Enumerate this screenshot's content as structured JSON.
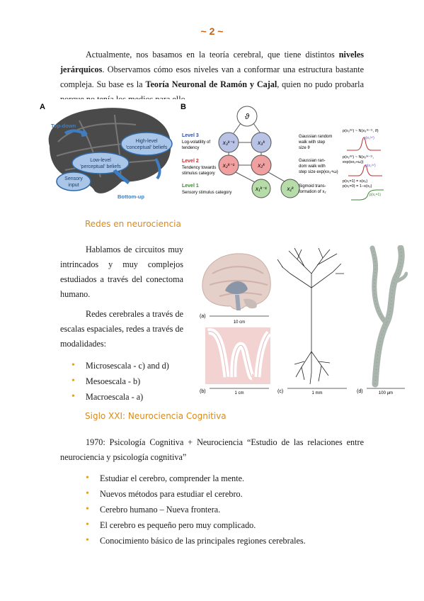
{
  "page_number": "~ 2 ~",
  "intro": {
    "t1": "Actualmente, nos basamos en la teoría cerebral, que tiene distintos ",
    "b1": "niveles jerárquicos",
    "t2": ". Observamos cómo esos niveles van a conformar una estructura bastante compleja. Su base es la ",
    "b2": "Teoría Neuronal de Ramón y Cajal",
    "t3": ", quien no pudo probarla porque no tenía los medios para ello."
  },
  "fig1": {
    "panel_a": "A",
    "panel_b": "B",
    "top_down": "Top-down",
    "bottom_up": "Bottom-up",
    "high_level_1": "High-level",
    "high_level_2": "'conceptual' beliefs",
    "low_level_1": "Low-level",
    "low_level_2": "'perceptual' beliefs",
    "sensory_1": "Sensory",
    "sensory_2": "input",
    "theta": "ϑ",
    "level3": "Level 3",
    "level3_desc1": "Log-volatility of",
    "level3_desc2": "tendency",
    "level2": "Level 2",
    "level2_desc1": "Tendency towards",
    "level2_desc2": "stimulus category",
    "level1": "Level 1",
    "level1_desc": "Sensory stimulus category",
    "gauss1_1": "Gaussian random",
    "gauss1_2": "walk with step",
    "gauss1_3": "size ϑ",
    "gauss2_1": "Gaussian ran-",
    "gauss2_2": "dom walk with",
    "gauss2_3": "step size exp(κx₃+ω)",
    "sig_1": "Sigmoid trans-",
    "sig_2": "formation of x₂",
    "nodes": {
      "x3a": "x₃ᵏ⁻¹",
      "x3b": "x₃ᵏ",
      "x2a": "x₂ᵏ⁻¹",
      "x2b": "x₂ᵏ",
      "x1a": "x₁ᵏ⁻¹",
      "x1b": "x₁ᵏ"
    },
    "eq3": "p(x₃⁽ᵏ⁾) ~ N(x₃⁽ᵏ⁻¹⁾, ϑ)",
    "eq3_small": "p(x₃⁽ᵏ⁾)",
    "eq2a": "p(x₂⁽ᵏ⁾) ~ N(x₂⁽ᵏ⁻¹⁾,",
    "eq2b": "exp(κx₃+ω))",
    "eq2_small": "p(x₂⁽ᵏ⁾)",
    "eq1a": "p(x₁=1) = s(x₂)",
    "eq1b": "p(x₁=0) = 1−s(x₂)",
    "eq1_small": "p(x₁=1)"
  },
  "sec1": {
    "title": "Redes en neurociencia",
    "p1": "Hablamos de circuitos muy intrincados y muy complejos estudiados a través del conectoma humano.",
    "p2": "Redes cerebrales a través de escalas espaciales, redes a través de modalidades:",
    "bullets": [
      "Microsescala - c) and d)",
      "Mesoescala - b)",
      "Macroescala - a)"
    ]
  },
  "fig2": {
    "a": "(a)",
    "b": "(b)",
    "c": "(c)",
    "d": "(d)",
    "scale_a": "10 cm",
    "scale_b": "1 cm",
    "scale_c": "1 mm",
    "scale_d": "100 µm"
  },
  "sec2": {
    "title": "Siglo XXI: Neurociencia Cognitiva",
    "p1": "1970: Psicología Cognitiva + Neurociencia “Estudio de las relaciones entre neurociencia y psicología cognitiva”",
    "bullets": [
      "Estudiar el cerebro, comprender la mente.",
      "Nuevos métodos para estudiar el cerebro.",
      "Cerebro humano – Nueva frontera.",
      "El cerebro es pequeño pero muy complicado.",
      "Conocimiento básico de las principales regiones cerebrales."
    ]
  }
}
